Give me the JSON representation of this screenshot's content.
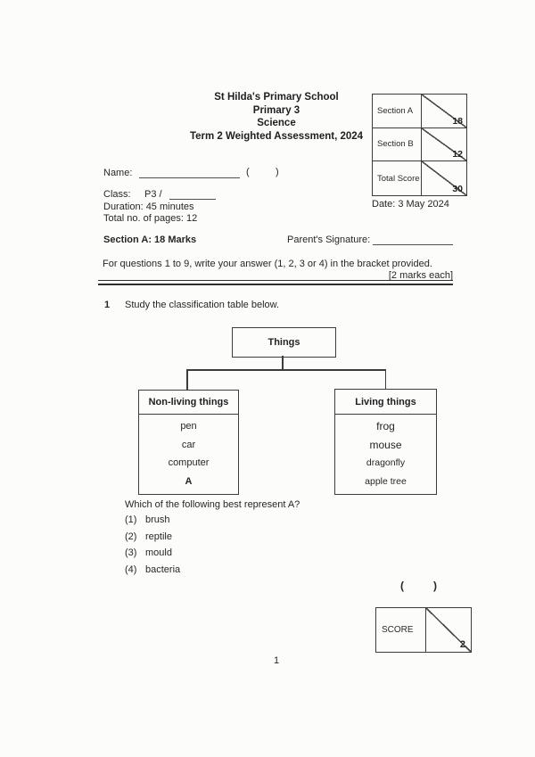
{
  "header": {
    "school": "St Hilda's Primary School",
    "level": "Primary 3",
    "subject": "Science",
    "exam_title": "Term 2 Weighted Assessment, 2024",
    "date": "Date: 3 May 2024"
  },
  "score_table": {
    "rows": [
      {
        "label": "Section A",
        "max": "18"
      },
      {
        "label": "Section B",
        "max": "12"
      },
      {
        "label": "Total Score",
        "max": "30"
      }
    ]
  },
  "student_info": {
    "name_label": "Name:",
    "bracket_open": "(",
    "bracket_close": ")",
    "class_label": "Class:",
    "class_value": "P3 /",
    "duration": "Duration: 45 minutes",
    "pages": "Total no. of pages: 12"
  },
  "section_a": {
    "title": "Section A: 18 Marks",
    "signature_label": "Parent's Signature:",
    "instructions": "For questions 1 to 9, write your answer (1, 2, 3 or 4) in the bracket provided.",
    "marks_note": "[2 marks each]"
  },
  "question1": {
    "number": "1",
    "prompt": "Study the classification table below.",
    "diagram": {
      "root": "Things",
      "left_header": "Non-living things",
      "left_items": [
        "pen",
        "car",
        "computer",
        "A"
      ],
      "right_header": "Living things",
      "right_items": [
        "frog",
        "mouse",
        "dragonfly",
        "apple tree"
      ]
    },
    "question": "Which of the following best represent A?",
    "options": [
      {
        "num": "(1)",
        "text": "brush"
      },
      {
        "num": "(2)",
        "text": "reptile"
      },
      {
        "num": "(3)",
        "text": "mould"
      },
      {
        "num": "(4)",
        "text": "bacteria"
      }
    ],
    "answer_bracket_open": "(",
    "answer_bracket_close": ")",
    "score_label": "SCORE",
    "score_max": "2"
  },
  "footer": {
    "page_number": "1"
  }
}
